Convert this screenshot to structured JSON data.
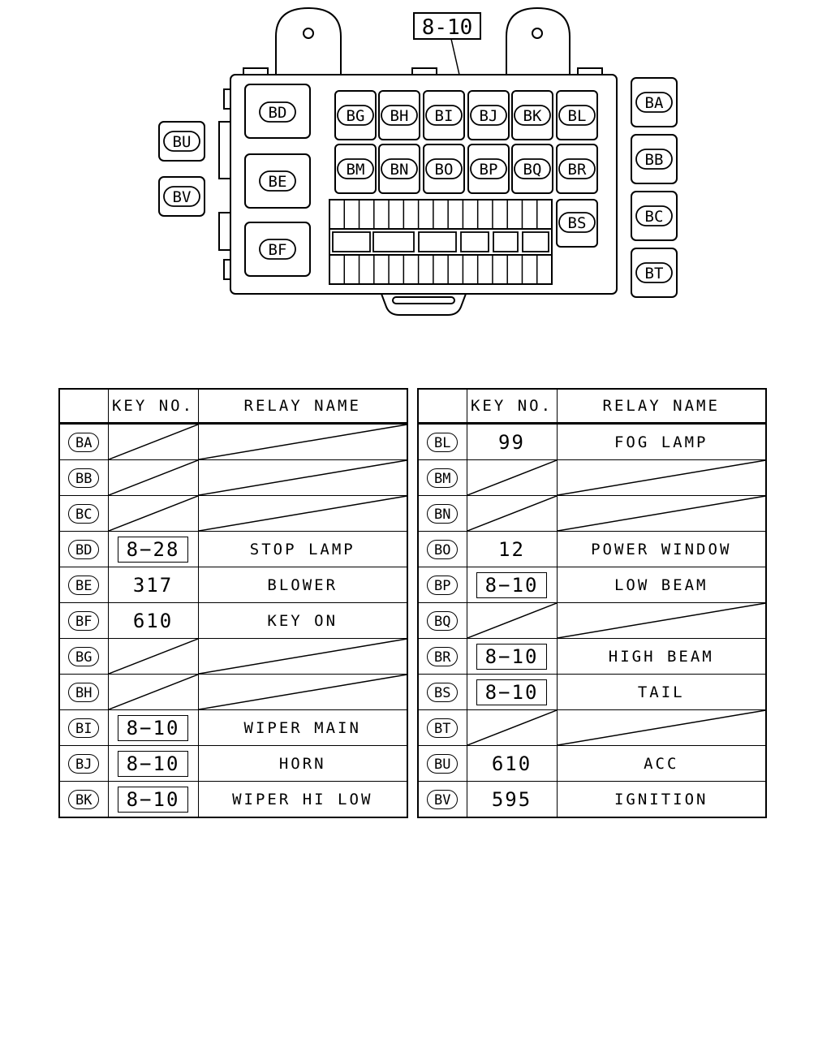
{
  "diagram": {
    "top_reference": "8-10",
    "fuse_box_labels": {
      "BD": "BD",
      "BE": "BE",
      "BF": "BF",
      "BG": "BG",
      "BH": "BH",
      "BI": "BI",
      "BJ": "BJ",
      "BK": "BK",
      "BL": "BL",
      "BM": "BM",
      "BN": "BN",
      "BO": "BO",
      "BP": "BP",
      "BQ": "BQ",
      "BR": "BR",
      "BS": "BS"
    },
    "external_labels": {
      "BA": "BA",
      "BB": "BB",
      "BC": "BC",
      "BT": "BT",
      "BU": "BU",
      "BV": "BV"
    }
  },
  "tables": {
    "headers": {
      "key_no": "KEY NO.",
      "relay_name": "RELAY NAME"
    },
    "left": [
      {
        "id": "BA",
        "key": "",
        "name": ""
      },
      {
        "id": "BB",
        "key": "",
        "name": ""
      },
      {
        "id": "BC",
        "key": "",
        "name": ""
      },
      {
        "id": "BD",
        "key": "8-28",
        "boxed": true,
        "name": "STOP LAMP"
      },
      {
        "id": "BE",
        "key": "317",
        "name": "BLOWER"
      },
      {
        "id": "BF",
        "key": "610",
        "name": "KEY ON"
      },
      {
        "id": "BG",
        "key": "",
        "name": ""
      },
      {
        "id": "BH",
        "key": "",
        "name": ""
      },
      {
        "id": "BI",
        "key": "8-10",
        "boxed": true,
        "name": "WIPER MAIN"
      },
      {
        "id": "BJ",
        "key": "8-10",
        "boxed": true,
        "name": "HORN"
      },
      {
        "id": "BK",
        "key": "8-10",
        "boxed": true,
        "name": "WIPER HI LOW"
      }
    ],
    "right": [
      {
        "id": "BL",
        "key": "99",
        "name": "FOG LAMP"
      },
      {
        "id": "BM",
        "key": "",
        "name": ""
      },
      {
        "id": "BN",
        "key": "",
        "name": ""
      },
      {
        "id": "BO",
        "key": "12",
        "name": "POWER WINDOW"
      },
      {
        "id": "BP",
        "key": "8-10",
        "boxed": true,
        "name": "LOW BEAM"
      },
      {
        "id": "BQ",
        "key": "",
        "name": ""
      },
      {
        "id": "BR",
        "key": "8-10",
        "boxed": true,
        "name": "HIGH BEAM"
      },
      {
        "id": "BS",
        "key": "8-10",
        "boxed": true,
        "name": "TAIL"
      },
      {
        "id": "BT",
        "key": "",
        "name": ""
      },
      {
        "id": "BU",
        "key": "610",
        "name": "ACC"
      },
      {
        "id": "BV",
        "key": "595",
        "name": "IGNITION"
      }
    ]
  }
}
